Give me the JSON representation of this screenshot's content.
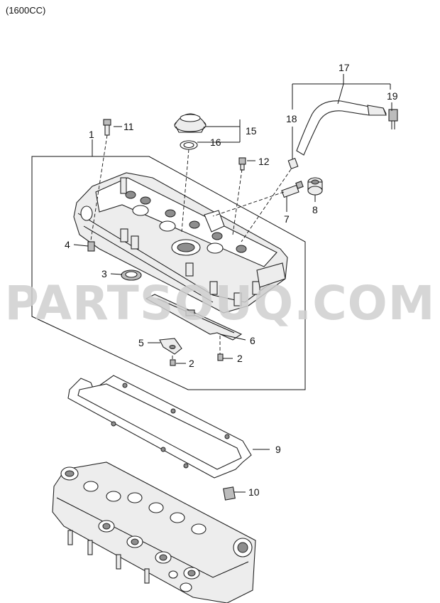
{
  "header": {
    "title": "(1600CC)"
  },
  "watermark": {
    "text": "PARTSOUQ.COM"
  },
  "callouts": {
    "c1": "1",
    "c2a": "2",
    "c2b": "2",
    "c3": "3",
    "c4": "4",
    "c5": "5",
    "c6": "6",
    "c7": "7",
    "c8": "8",
    "c9": "9",
    "c10": "10",
    "c11": "11",
    "c12": "12",
    "c15": "15",
    "c16": "16",
    "c17": "17",
    "c18": "18",
    "c19": "19"
  }
}
